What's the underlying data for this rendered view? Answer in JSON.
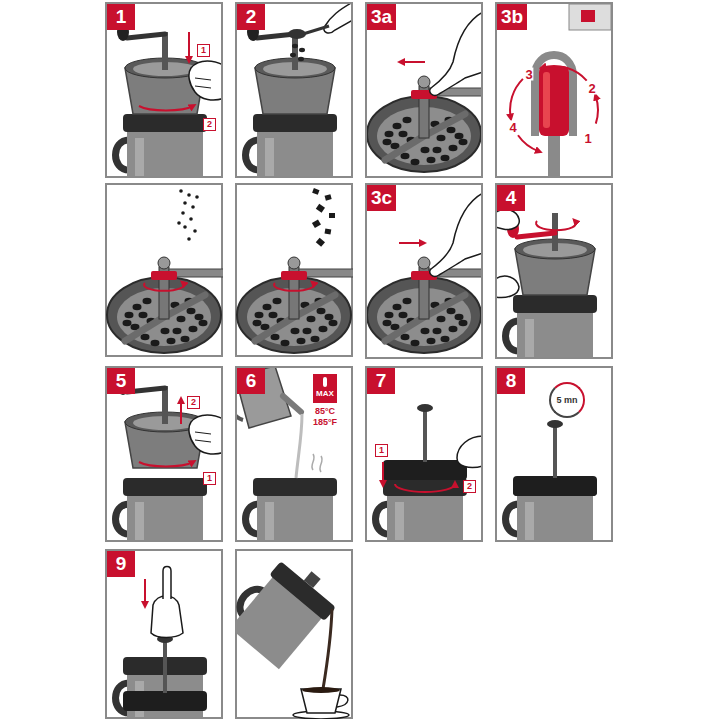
{
  "diagram": {
    "nodes": [
      {
        "text": [
          "1"
        ]
      },
      {
        "text": [
          "1"
        ],
        "in": 0
      },
      {
        "text": [
          "2"
        ],
        "in": 0
      },
      {
        "text": [
          "2"
        ]
      },
      {
        "text": [
          "3a"
        ]
      },
      {
        "text": [
          "3b"
        ]
      },
      {
        "text": [
          "3c"
        ]
      },
      {
        "text": [
          "4"
        ]
      },
      {
        "text": [
          "5"
        ]
      },
      {
        "text": [
          "2"
        ],
        "in": 8
      },
      {
        "text": [
          "1"
        ],
        "in": 8
      },
      {
        "text": [
          "6"
        ]
      },
      {
        "text": [
          "MAX"
        ],
        "in": 11
      },
      {
        "text": [
          "7"
        ]
      },
      {
        "text": [
          "1"
        ],
        "in": 13
      },
      {
        "text": [
          "2"
        ],
        "in": 13
      },
      {
        "text": [
          "8"
        ]
      },
      {
        "text": [
          "5 mn"
        ],
        "in": 16
      },
      {
        "text": [
          "9"
        ]
      }
    ],
    "labels": [
      "3",
      "2",
      "4",
      "1",
      "85°C",
      "185°F"
    ]
  }
}
